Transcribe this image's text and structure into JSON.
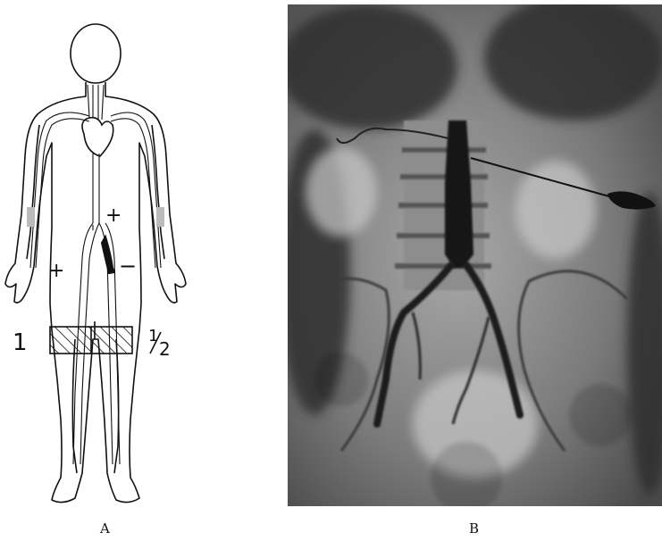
{
  "panel_a": {
    "caption": "A",
    "plus_upper": "+",
    "plus_left": "+",
    "minus_right": "−",
    "label_left": "1",
    "label_right_num": "1",
    "label_right_den": "2"
  },
  "panel_b": {
    "caption": "B"
  }
}
